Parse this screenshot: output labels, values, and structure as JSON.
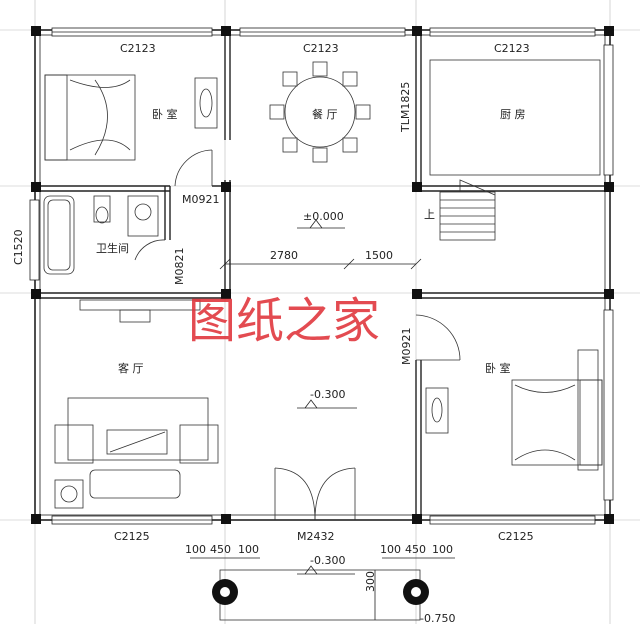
{
  "rooms": {
    "bedroom_nw": "卧 室",
    "dining": "餐 厅",
    "kitchen": "厨 房",
    "bathroom": "卫生间",
    "living": "客 厅",
    "bedroom_se": "卧 室"
  },
  "windows": {
    "w_nw": "C2123",
    "w_n": "C2123",
    "w_ne": "C2123",
    "w_sw": "C2125",
    "w_se": "C2125",
    "w_west_bath": "C1520"
  },
  "doors": {
    "d_bed_nw": "M0921",
    "d_bath": "M0821",
    "d_kitchen": "TLM1825",
    "d_bed_se": "M0921",
    "d_main": "M2432"
  },
  "elevations": {
    "center": "±0.000",
    "living": "-0.300",
    "entrance": "-0.300",
    "outside": "-0.750"
  },
  "dimensions": {
    "d1": "2780",
    "d2": "1500",
    "left_a": "100",
    "left_b": "450",
    "left_c": "100",
    "right_a": "100",
    "right_b": "450",
    "right_c": "100",
    "step": "300"
  },
  "stair_up": "上",
  "watermark": "图纸之家"
}
